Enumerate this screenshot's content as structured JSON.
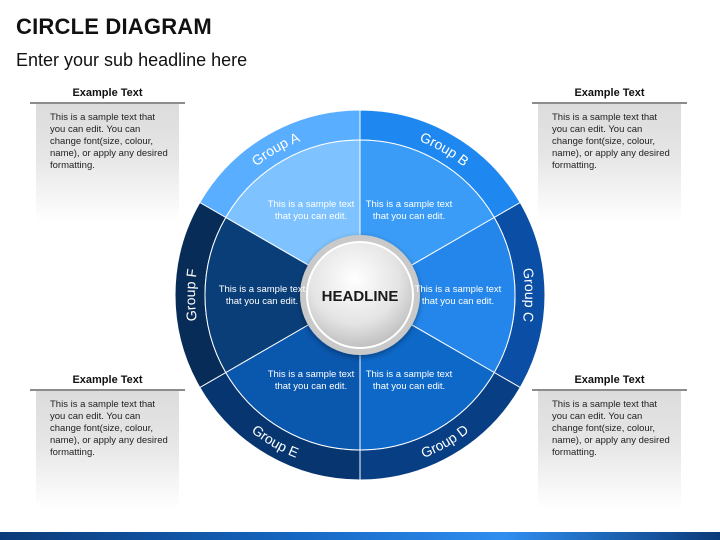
{
  "header": {
    "title": "CIRCLE DIAGRAM",
    "subtitle": "Enter your sub headline here"
  },
  "boxes": [
    {
      "title": "Example Text",
      "lines": [
        "This is a sample text that",
        "you can edit. You can",
        "change font(size, colour,",
        "name), or apply any desired",
        "formatting."
      ]
    },
    {
      "title": "Example Text",
      "lines": [
        "This is a sample text that",
        "you can edit. You can",
        "change font(size, colour,",
        "name), or apply any desired",
        "formatting."
      ]
    },
    {
      "title": "Example Text",
      "lines": [
        "This is a sample text that",
        "you can edit. You can",
        "change font(size, colour,",
        "name), or apply any desired",
        "formatting."
      ]
    },
    {
      "title": "Example Text",
      "lines": [
        "This is a sample text that",
        "you can edit. You can",
        "change font(size, colour,",
        "name), or apply any desired",
        "formatting."
      ]
    }
  ],
  "diagram": {
    "center_label": "HEADLINE",
    "segments": [
      {
        "group": "Group A",
        "text1": "This is a sample text",
        "text2": "that you can edit.",
        "inner_color": "#7ec3ff",
        "ring_color": "#5aaeff"
      },
      {
        "group": "Group B",
        "text1": "This is a sample text",
        "text2": "that you can edit.",
        "inner_color": "#3a9cf6",
        "ring_color": "#1e88f0"
      },
      {
        "group": "Group C",
        "text1": "This is a sample text",
        "text2": "that you can edit.",
        "inner_color": "#2486ea",
        "ring_color": "#0b4ea6"
      },
      {
        "group": "Group D",
        "text1": "This is a sample text",
        "text2": "that you can edit.",
        "inner_color": "#0d68c8",
        "ring_color": "#083e84"
      },
      {
        "group": "Group E",
        "text1": "This is a sample text",
        "text2": "that you can edit.",
        "inner_color": "#0a57ae",
        "ring_color": "#07356f"
      },
      {
        "group": "Group F",
        "text1": "This is a sample text",
        "text2": "that you can edit.",
        "inner_color": "#0a3e78",
        "ring_color": "#072c58"
      }
    ]
  }
}
